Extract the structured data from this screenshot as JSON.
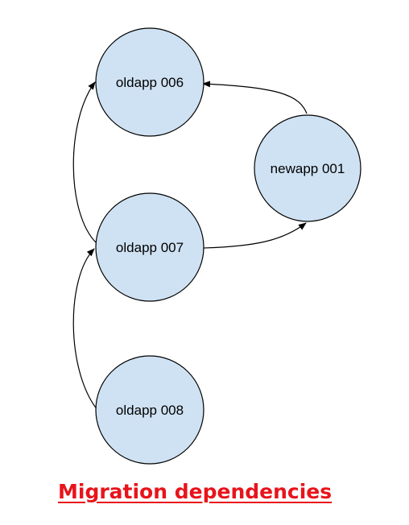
{
  "diagram": {
    "nodes": [
      {
        "id": "oldapp006",
        "label": "oldapp 006"
      },
      {
        "id": "oldapp007",
        "label": "oldapp 007"
      },
      {
        "id": "oldapp008",
        "label": "oldapp 008"
      },
      {
        "id": "newapp001",
        "label": "newapp 001"
      }
    ],
    "edges": [
      {
        "from": "newapp001",
        "to": "oldapp006"
      },
      {
        "from": "oldapp007",
        "to": "oldapp006"
      },
      {
        "from": "oldapp007",
        "to": "newapp001"
      },
      {
        "from": "oldapp008",
        "to": "oldapp007"
      }
    ],
    "colors": {
      "node_fill": "#cfe2f3",
      "stroke": "#000000",
      "caption": "#e8141b"
    }
  },
  "caption": "Migration dependencies"
}
